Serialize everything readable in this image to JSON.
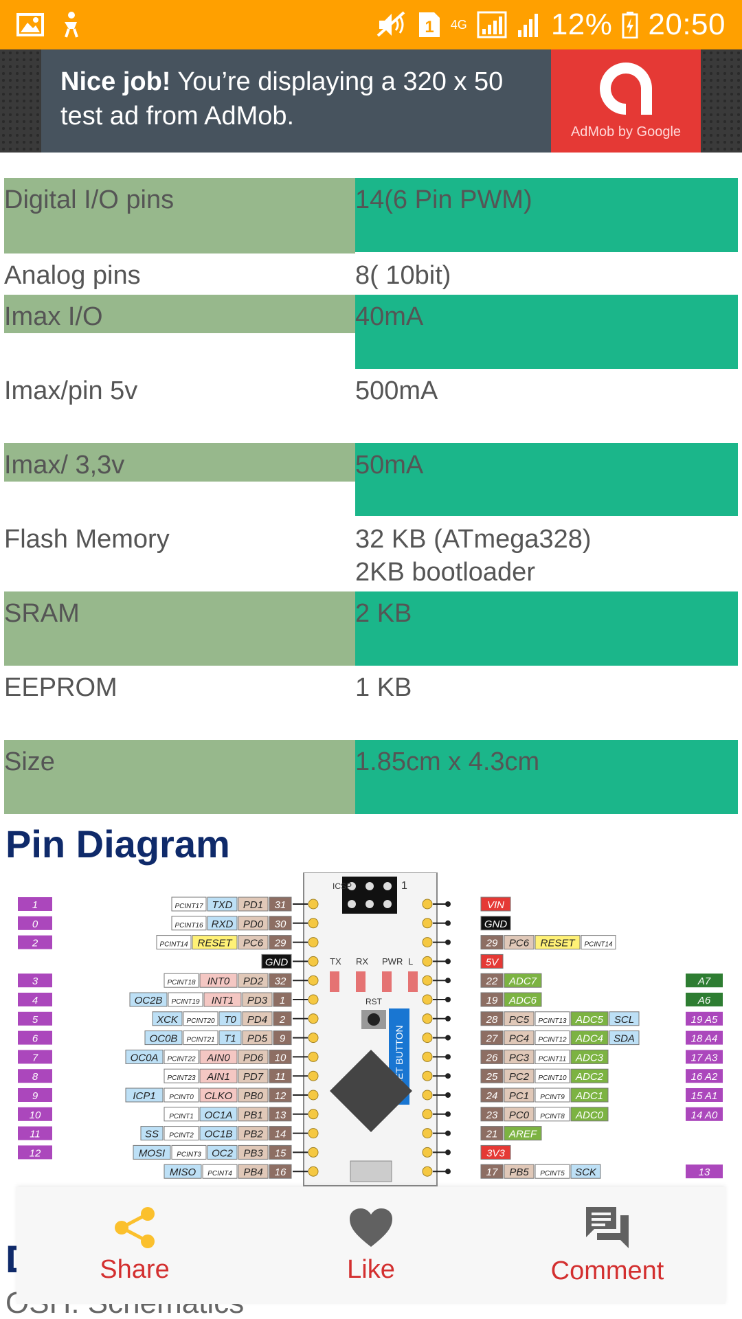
{
  "status_bar": {
    "battery": "12%",
    "time": "20:50",
    "sim": "1",
    "network": "4G",
    "bg_color": "#ffa000"
  },
  "ad": {
    "bold": "Nice job!",
    "text": " You’re displaying a 320 x 50 test ad from AdMob.",
    "brand": "AdMob by Google"
  },
  "spec_rows": [
    {
      "label": "Digital I/O pins",
      "value": "14(6 Pin PWM)"
    },
    {
      "label": "Analog pins",
      "value": "8( 10bit)"
    },
    {
      "label": "Imax I/O",
      "value": "40mA"
    },
    {
      "label": "Imax/pin 5v",
      "value": "500mA"
    },
    {
      "label": "Imax/ 3,3v",
      "value": "50mA"
    },
    {
      "label": "Flash Memory",
      "value": "32 KB (ATmega328)",
      "value2": "2KB bootloader"
    },
    {
      "label": "SRAM",
      "value": "2 KB"
    },
    {
      "label": "EEPROM",
      "value": "1 KB"
    },
    {
      "label": "Size",
      "value": "1.85cm x 4.3cm"
    }
  ],
  "pin_diagram_title": "Pin Diagram",
  "pin_diagram": {
    "left_numbers": [
      "1",
      "0",
      "2",
      "3",
      "4",
      "5",
      "6",
      "7",
      "8",
      "9",
      "10",
      "11",
      "12"
    ],
    "left_labels": [
      [
        "PCINT17",
        "TXD",
        "PD1",
        "31"
      ],
      [
        "PCINT16",
        "RXD",
        "PD0",
        "30"
      ],
      [
        "PCINT14",
        "RESET",
        "PC6",
        "29"
      ],
      [
        "",
        "",
        "GND",
        ""
      ],
      [
        "PCINT18",
        "INT0",
        "PD2",
        "32"
      ],
      [
        "OC2B",
        "PCINT19",
        "INT1",
        "PD3",
        "1"
      ],
      [
        "XCK",
        "PCINT20",
        "T0",
        "PD4",
        "2"
      ],
      [
        "OC0B",
        "PCINT21",
        "T1",
        "PD5",
        "9"
      ],
      [
        "OC0A",
        "PCINT22",
        "AIN0",
        "PD6",
        "10"
      ],
      [
        "PCINT23",
        "AIN1",
        "PD7",
        "11"
      ],
      [
        "ICP1",
        "PCINT0",
        "CLKO",
        "PB0",
        "12"
      ],
      [
        "PCINT1",
        "OC1A",
        "PB1",
        "13"
      ],
      [
        "SS",
        "PCINT2",
        "OC1B",
        "PB2",
        "14"
      ],
      [
        "MOSI",
        "PCINT3",
        "OC2",
        "PB3",
        "15"
      ],
      [
        "MISO",
        "PCINT4",
        "PB4",
        "16"
      ]
    ],
    "right_labels": [
      [
        "VIN"
      ],
      [
        "GND"
      ],
      [
        "29",
        "PC6",
        "RESET",
        "PCINT14"
      ],
      [
        "5V"
      ],
      [
        "22",
        "ADC7"
      ],
      [
        "19",
        "ADC6"
      ],
      [
        "28",
        "PC5",
        "PCINT13",
        "ADC5",
        "SCL"
      ],
      [
        "27",
        "PC4",
        "PCINT12",
        "ADC4",
        "SDA"
      ],
      [
        "26",
        "PC3",
        "PCINT11",
        "ADC3"
      ],
      [
        "25",
        "PC2",
        "PCINT10",
        "ADC2"
      ],
      [
        "24",
        "PC1",
        "PCINT9",
        "ADC1"
      ],
      [
        "23",
        "PC0",
        "PCINT8",
        "ADC0"
      ],
      [
        "21",
        "AREF"
      ],
      [
        "3V3"
      ],
      [
        "17",
        "PB5",
        "PCINT5",
        "SCK"
      ]
    ],
    "right_numbers": [
      "A7",
      "A6",
      "19 A5",
      "18 A4",
      "17 A3",
      "16 A2",
      "15 A1",
      "14 A0",
      "13"
    ],
    "board_labels": [
      "ICSP",
      "1",
      "TX",
      "RX",
      "PWR",
      "L",
      "RST",
      "RESET BUTTON"
    ]
  },
  "next_heading": "D",
  "next_sub": "OSH: Schematics",
  "actions": [
    {
      "label": "Share",
      "icon": "share-icon"
    },
    {
      "label": "Like",
      "icon": "heart-icon"
    },
    {
      "label": "Comment",
      "icon": "comment-icon"
    }
  ]
}
